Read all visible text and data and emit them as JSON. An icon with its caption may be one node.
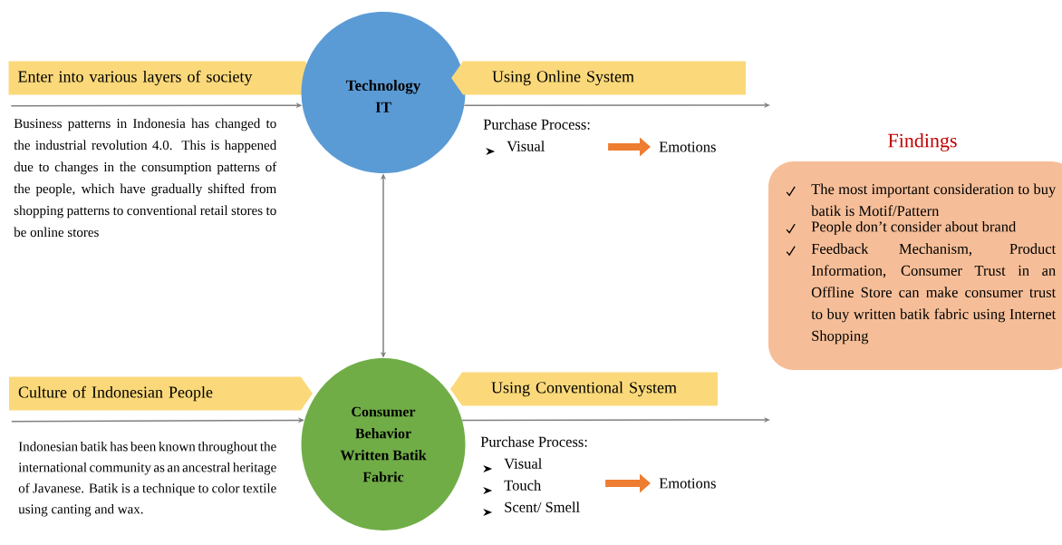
{
  "diagram": {
    "nodes": [
      {
        "text": [
          "Enter into various layers of society"
        ]
      },
      {
        "text": [
          "Technology IT"
        ]
      },
      {
        "text": [
          "Using Online System"
        ]
      },
      {
        "text": [
          "Consumer Behavior Written Batik Fabric"
        ]
      },
      {
        "text": [
          "Culture of Indonesian People"
        ]
      },
      {
        "text": [
          "Using Conventional System"
        ]
      },
      {
        "text": [
          "Findings",
          "The most important consideration to buy batik is Motif/Pattern",
          "People don’t consider about brand",
          "Feedback Mechanism, Product Information, Consumer Trust in an Offline Store can make consumer trust to buy written batik fabric using Internet Shopping"
        ]
      },
      {
        "text": [
          "Purchase Process:",
          "Visual"
        ]
      },
      {
        "text": [
          "Emotions"
        ]
      },
      {
        "text": [
          "Purchase Process:",
          "Visual",
          "Touch",
          "Scent/ Smell"
        ]
      },
      {
        "text": [
          "Emotions"
        ]
      }
    ],
    "edges": [
      {
        "from": 0,
        "to": 1,
        "arrow": "to"
      },
      {
        "from": 1,
        "to": null,
        "arrow": "to"
      },
      {
        "from": 3,
        "to": 1,
        "arrow": "both"
      },
      {
        "from": 4,
        "to": 3,
        "arrow": "to"
      },
      {
        "from": 3,
        "to": null,
        "arrow": "to"
      },
      {
        "from": 7,
        "to": 8,
        "arrow": "to",
        "style": "thick",
        "color": "#ed7d31"
      },
      {
        "from": 9,
        "to": 10,
        "arrow": "to",
        "style": "thick",
        "color": "#ed7d31"
      }
    ],
    "labels": [
      "Business patterns in Indonesia has changed to the industrial revolution 4.0. This is happened due to changes in the consumption patterns of the people, which have gradually shifted from shopping patterns to conventional retail stores to be online stores",
      "Indonesian batik has been known throughout the international community as an ancestral heritage of Javanese. Batik is a technique to color textile using canting and wax."
    ]
  }
}
